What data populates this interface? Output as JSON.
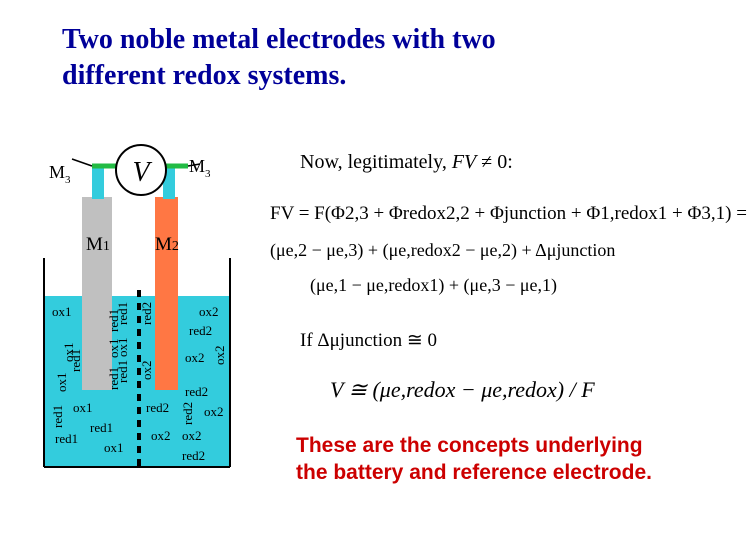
{
  "title": {
    "line1": "Two noble metal electrodes with two",
    "line2": "different redox systems."
  },
  "diagram": {
    "meter_symbol": "V",
    "terminal_left": "M",
    "terminal_left_sub": "3",
    "terminal_right": "M",
    "terminal_right_sub": "3",
    "electrode_left": "M",
    "electrode_left_sub": "1",
    "electrode_right": "M",
    "electrode_right_sub": "2",
    "colors": {
      "solution": "#33ccdd",
      "electrode_left": "#c0c0c0",
      "electrode_right": "#ff7744",
      "wire": "#22bb44",
      "terminal": "#33ccdd"
    },
    "species_left": [
      "ox1",
      "red1",
      "ox1",
      "red1",
      "red1",
      "ox1",
      "red1",
      "ox1",
      "red1",
      "ox1",
      "red1"
    ],
    "species_middle": [
      "red1",
      "ox1",
      "red1",
      "ox1",
      "red2",
      "ox2",
      "red2",
      "ox2"
    ],
    "species_right": [
      "ox2",
      "red2",
      "ox2",
      "ox2",
      "red2",
      "ox2",
      "red2",
      "ox2",
      "red2"
    ]
  },
  "equations": {
    "intro_text": "Now, legitimately,",
    "intro_expr": "FV",
    "intro_rel": "≠ 0:",
    "eq1": "FV = F(Φ2,3 + Φredox2,2 + Φjunction + Φ1,redox1 + Φ3,1) =",
    "eq2": "(μe,2 − μe,3) + (μe,redox2 − μe,2) + Δμjunction",
    "eq3": "(μe,1 − μe,redox1) + (μe,3 − μe,1)",
    "if_word": "If",
    "if_expr": "Δμjunction ≅ 0",
    "final": "V ≅ (μe,redox − μe,redox) / F"
  },
  "conclusion": {
    "line1": "These are the concepts underlying",
    "line2": "the battery and reference electrode."
  }
}
